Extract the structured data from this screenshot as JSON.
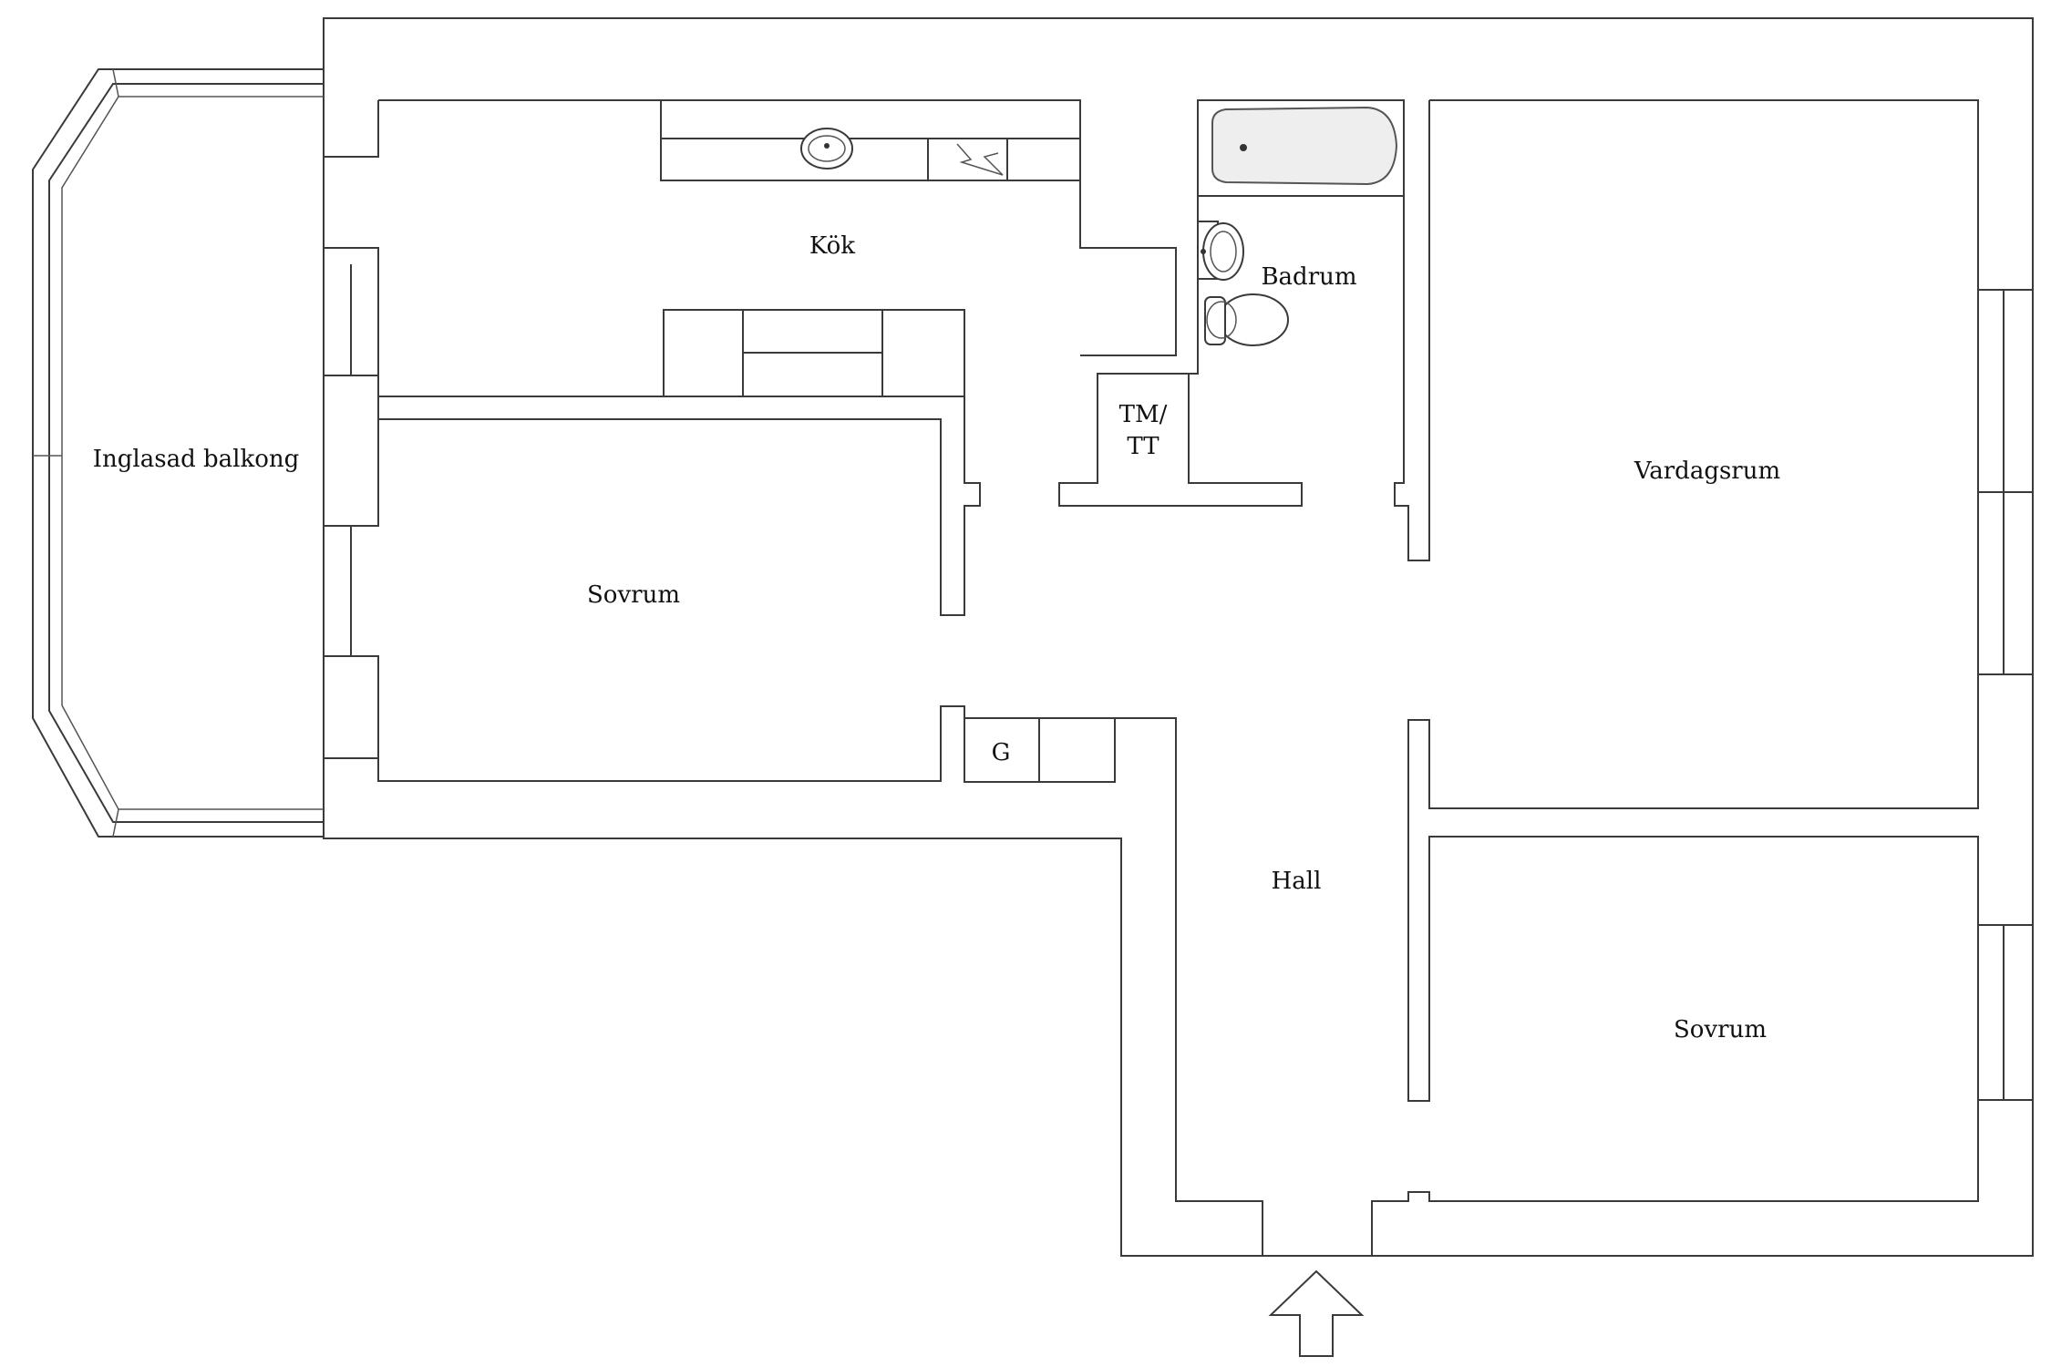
{
  "rooms": {
    "kitchen": "Kök",
    "bathroom": "Badrum",
    "glazed_balcony": "Inglasad balkong",
    "bedroom_west": "Sovrum",
    "laundry_line1": "TM/",
    "laundry_line2": "TT",
    "living_room": "Vardagsrum",
    "closet": "G",
    "hall": "Hall",
    "bedroom_east": "Sovrum"
  },
  "icons": {
    "entrance": "entrance-arrow-icon",
    "bathtub": "bathtub-icon",
    "toilet": "toilet-icon",
    "washbasin": "washbasin-icon",
    "kitchen_sink": "kitchen-sink-icon"
  },
  "colors": {
    "wall_stroke": "#3a3a3a",
    "background": "#ffffff"
  }
}
